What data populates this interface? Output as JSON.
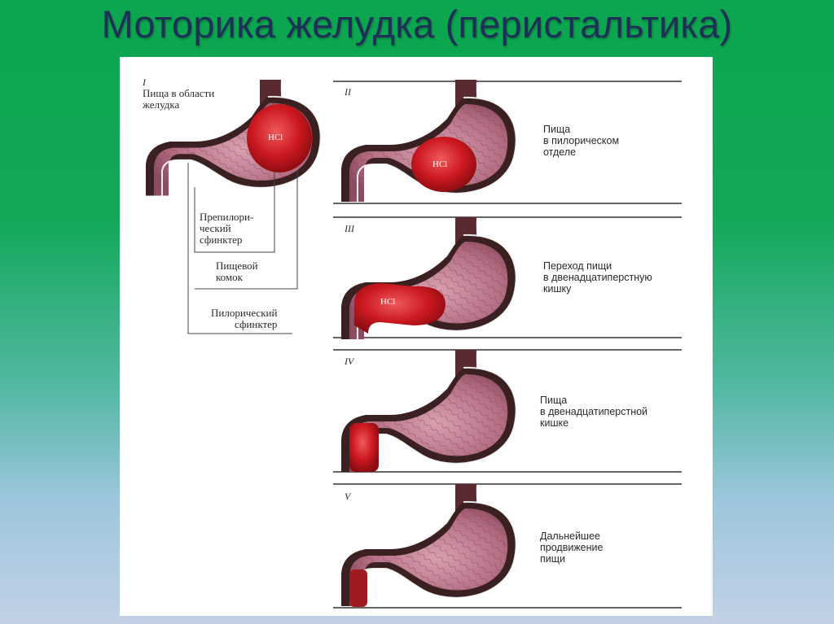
{
  "title": "Моторика желудка (перистальтика)",
  "stages": [
    {
      "numeral": "I",
      "label_lines": [
        "Пища в области",
        "желудка"
      ]
    },
    {
      "numeral": "II",
      "label_lines": [
        "Пища",
        "в пилорическом",
        "отделе"
      ]
    },
    {
      "numeral": "III",
      "label_lines": [
        "Переход пищи",
        "в двенадцатиперстную",
        "кишку"
      ]
    },
    {
      "numeral": "IV",
      "label_lines": [
        "Пища",
        "в двенадцатиперстной",
        "кишке"
      ]
    },
    {
      "numeral": "V",
      "label_lines": [
        "Дальнейшее",
        "продвижение",
        "пищи"
      ]
    }
  ],
  "callouts": {
    "prepyloric": [
      "Препилори-",
      "ческий",
      "сфинктер"
    ],
    "bolus": [
      "Пищевой",
      "комок"
    ],
    "pyloric": [
      "Пилорический",
      "сфинктер"
    ]
  },
  "hcl": "HCl",
  "colors": {
    "tissue": "#b97488",
    "bolus": "#c8141f",
    "wall": "#2b1a1a",
    "background": "#0ba64f"
  }
}
